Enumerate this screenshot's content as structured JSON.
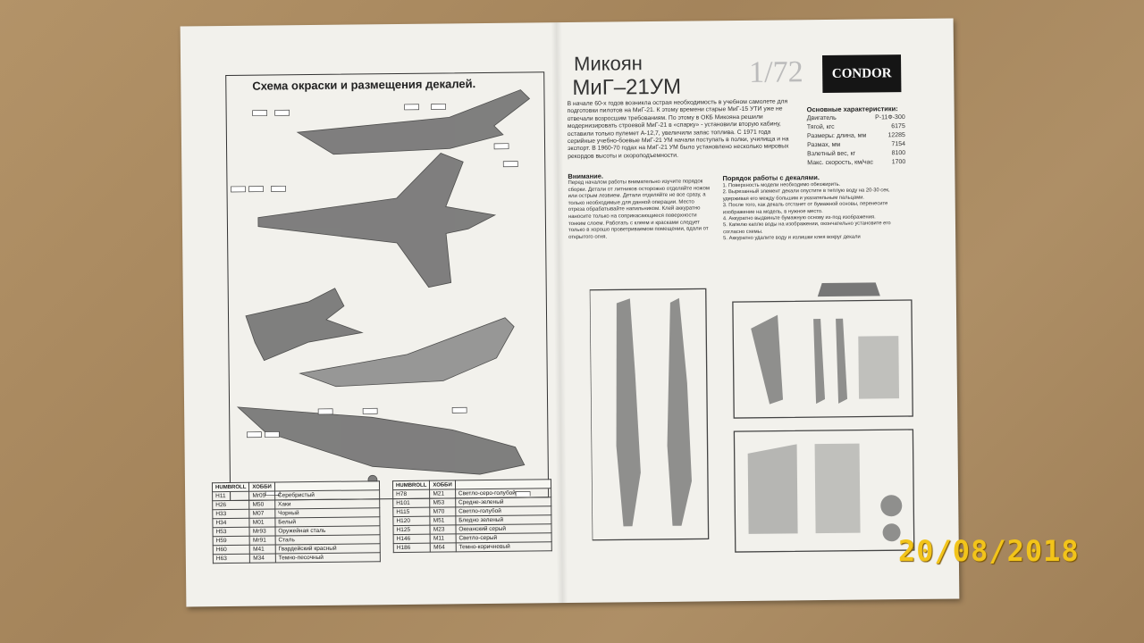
{
  "left_panel": {
    "title": "Схема окраски и размещения декалей."
  },
  "color_table_left": {
    "headers": [
      "HUMBROLL",
      "ХОББИ",
      ""
    ],
    "rows": [
      [
        "H11",
        "Mr09",
        "Серебристый"
      ],
      [
        "H26",
        "M50",
        "Хаки"
      ],
      [
        "H33",
        "M07",
        "Чорный"
      ],
      [
        "H34",
        "M01",
        "Белый"
      ],
      [
        "H53",
        "Mr93",
        "Оружейная сталь"
      ],
      [
        "H59",
        "Mr91",
        "Сталь"
      ],
      [
        "H60",
        "M41",
        "Гвардейский красный"
      ],
      [
        "H63",
        "M34",
        "Темно-песочный"
      ]
    ]
  },
  "color_table_right": {
    "headers": [
      "HUMBROLL",
      "ХОББИ",
      ""
    ],
    "rows": [
      [
        "H78",
        "M21",
        "Светло-серо-голубой"
      ],
      [
        "H101",
        "M53",
        "Средне-зеленый"
      ],
      [
        "H115",
        "M70",
        "Светло-голубой"
      ],
      [
        "H120",
        "M51",
        "Бледно зеленый"
      ],
      [
        "H125",
        "M23",
        "Океанский серый"
      ],
      [
        "H146",
        "M11",
        "Светло-серый"
      ],
      [
        "H186",
        "M64",
        "Темно-коричневый"
      ]
    ]
  },
  "right_panel": {
    "title_line1": "Микоян",
    "title_line2": "МиГ–21УМ",
    "scale": "1/72",
    "brand": "CONDOR",
    "intro": "В начале 60-х годов возникла острая необходимость в учебном самолете для подготовки пилотов на МиГ-21. К этому времени старые МиГ-15 УТИ уже не отвечали возросшим требованиям. По этому в ОКБ Микояна решили модернизировать строевой МиГ-21 в «спарку» - установили вторую кабину, оставили только пулемет А-12,7, увеличили запас топлива. С 1971 года серийные учебно-боевые МиГ-21 УМ начали поступать в полки, училища и на экспорт. В 1960-70 годах на МиГ-21 УМ было установлено несколько мировых рекордов высоты и скороподъемности.",
    "specs_title": "Основные характеристики:",
    "specs": [
      [
        "Двигатель",
        "Р-11Ф-300"
      ],
      [
        "Тягой, кгс",
        "6175"
      ],
      [
        "Размеры: длина, мм",
        "12285"
      ],
      [
        "Размах, мм",
        "7154"
      ],
      [
        "Взлетный вес, кг",
        "8100"
      ],
      [
        "Макс. скорость, км/час",
        "1700"
      ]
    ],
    "attention_title": "Внимание.",
    "attention_text": "Перед началом работы внимательно изучите порядок сборки. Детали от литников осторожно отделяйте ножом или острым лезвием. Детали отделяйте не все сразу, а только необходимые для данной операции. Место отреза обрабатывайте напильником. Клей аккуратно наносите только на соприкасающиеся поверхности тонким слоем. Работать с клеем и красками следует только в хорошо проветриваемом помещении, вдали от открытого огня.",
    "decal_title": "Порядок работы с декалями.",
    "decal_steps": [
      "1. Поверхность модели необходимо обезжирить.",
      "2. Вырезанный элемент декали опустите в теплую воду на 20-30 сек, удерживая его между большим и указательным пальцами.",
      "3. После того, как декаль отстанет от бумажной основы, перенесите изображение на модель, в нужное место.",
      "4. Аккуратно выдвиньте бумажную основу из-под изображения.",
      "5. Капелю каплю воды на изображении, окончательно установите его согласно схемы.",
      "5. Аккуратно удалите воду и излишки клея вокруг декали"
    ]
  },
  "timestamp": "20/08/2018"
}
